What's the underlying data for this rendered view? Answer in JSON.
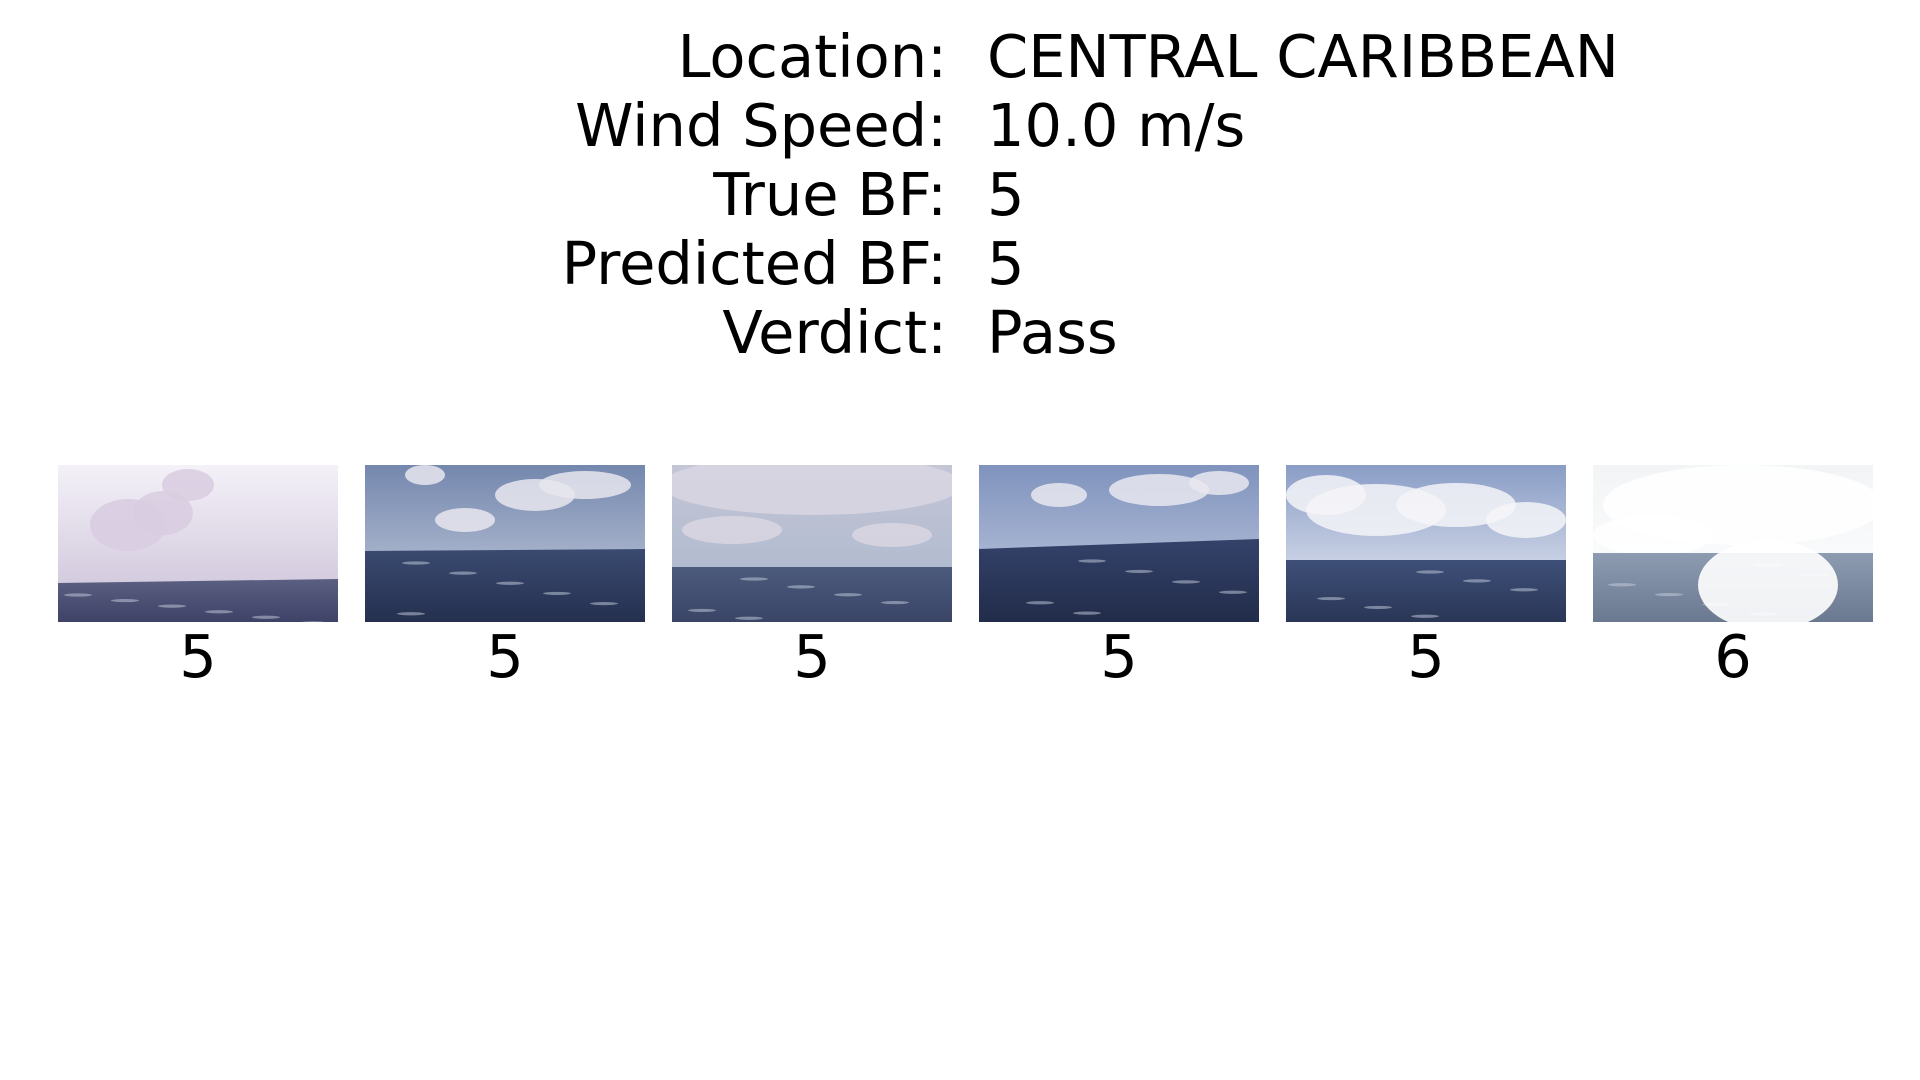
{
  "info": [
    {
      "label": "Location:",
      "value": "CENTRAL CARIBBEAN"
    },
    {
      "label": "Wind Speed:",
      "value": "10.0 m/s"
    },
    {
      "label": "True BF:",
      "value": "5"
    },
    {
      "label": "Predicted BF:",
      "value": "5"
    },
    {
      "label": "Verdict:",
      "value": "Pass"
    }
  ],
  "thumbnails": [
    {
      "label": "5",
      "sky_top": "#f4f1f8",
      "sky_bottom": "#c9bfd6",
      "sea_top": "#5b5f82",
      "sea_bottom": "#3e4266",
      "cloud": "#d8cde0"
    },
    {
      "label": "5",
      "sky_top": "#7487ad",
      "sky_bottom": "#c9d0e0",
      "sea_top": "#3a4a70",
      "sea_bottom": "#25304f",
      "cloud": "#e8e6ef"
    },
    {
      "label": "5",
      "sky_top": "#c4c6d6",
      "sky_bottom": "#a8b6cc",
      "sea_top": "#4c5a7c",
      "sea_bottom": "#3a4566",
      "cloud": "#d9d6e2"
    },
    {
      "label": "5",
      "sky_top": "#7f93bd",
      "sky_bottom": "#c6cde2",
      "sea_top": "#34426a",
      "sea_bottom": "#222c4a",
      "cloud": "#e9e8f0"
    },
    {
      "label": "5",
      "sky_top": "#8a9dc6",
      "sky_bottom": "#eef0f6",
      "sea_top": "#3e4f78",
      "sea_bottom": "#2a3656",
      "cloud": "#f4f4f8"
    },
    {
      "label": "6",
      "sky_top": "#f2f4f6",
      "sky_bottom": "#ffffff",
      "sea_top": "#8e9cb2",
      "sea_bottom": "#6a7890",
      "cloud": "#ffffff"
    }
  ]
}
